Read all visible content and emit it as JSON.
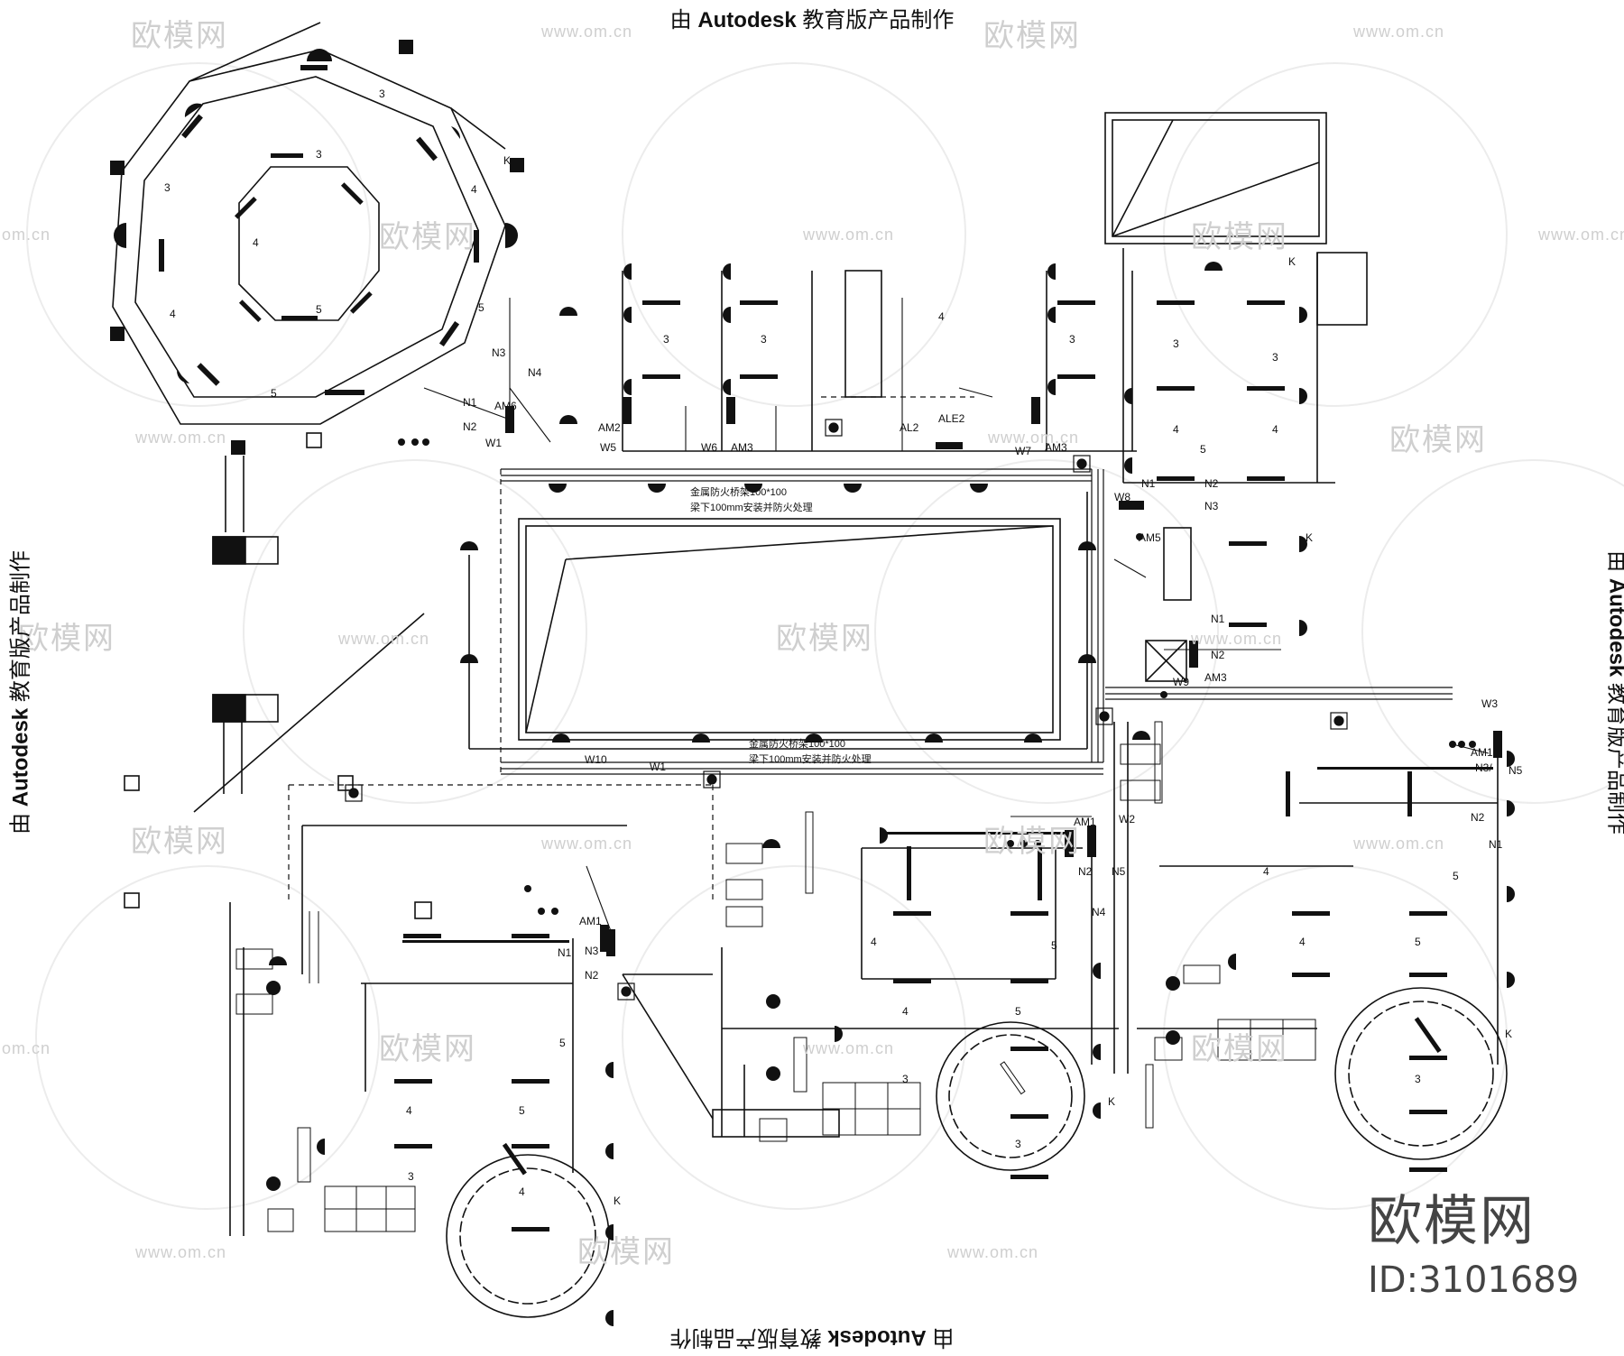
{
  "edition_notice": {
    "prefix": "由",
    "brand": "Autodesk",
    "suffix": "教育版产品制作"
  },
  "watermark": {
    "brand": "欧模网",
    "url": "www.om.cn",
    "url_short": "om.cn"
  },
  "logo": {
    "brand": "欧模网",
    "id_text": "ID:3101689"
  },
  "cable_tray_notes": {
    "top_line1": "金属防火桥架100*100",
    "top_line2": "梁下100mm安装并防火处理",
    "bottom_line1": "金属防火桥架100*100",
    "bottom_line2": "梁下100mm安装并防火处理"
  },
  "panels": {
    "am1": "AM1",
    "am2": "AM2",
    "am3": "AM3",
    "am5": "AM5",
    "am6": "AM6",
    "al2": "AL2",
    "ale2": "ALE2"
  },
  "circuits": {
    "n1": "N1",
    "n2": "N2",
    "n3": "N3",
    "n4": "N4",
    "n5": "N5",
    "n37": "N3/",
    "w1": "W1",
    "w2": "W2",
    "w3": "W3",
    "w5": "W5",
    "w6": "W6",
    "w7": "W7",
    "w8": "W8",
    "w9": "W9",
    "w10": "W10",
    "k": "K"
  },
  "wire_counts": [
    "3",
    "4",
    "5"
  ]
}
